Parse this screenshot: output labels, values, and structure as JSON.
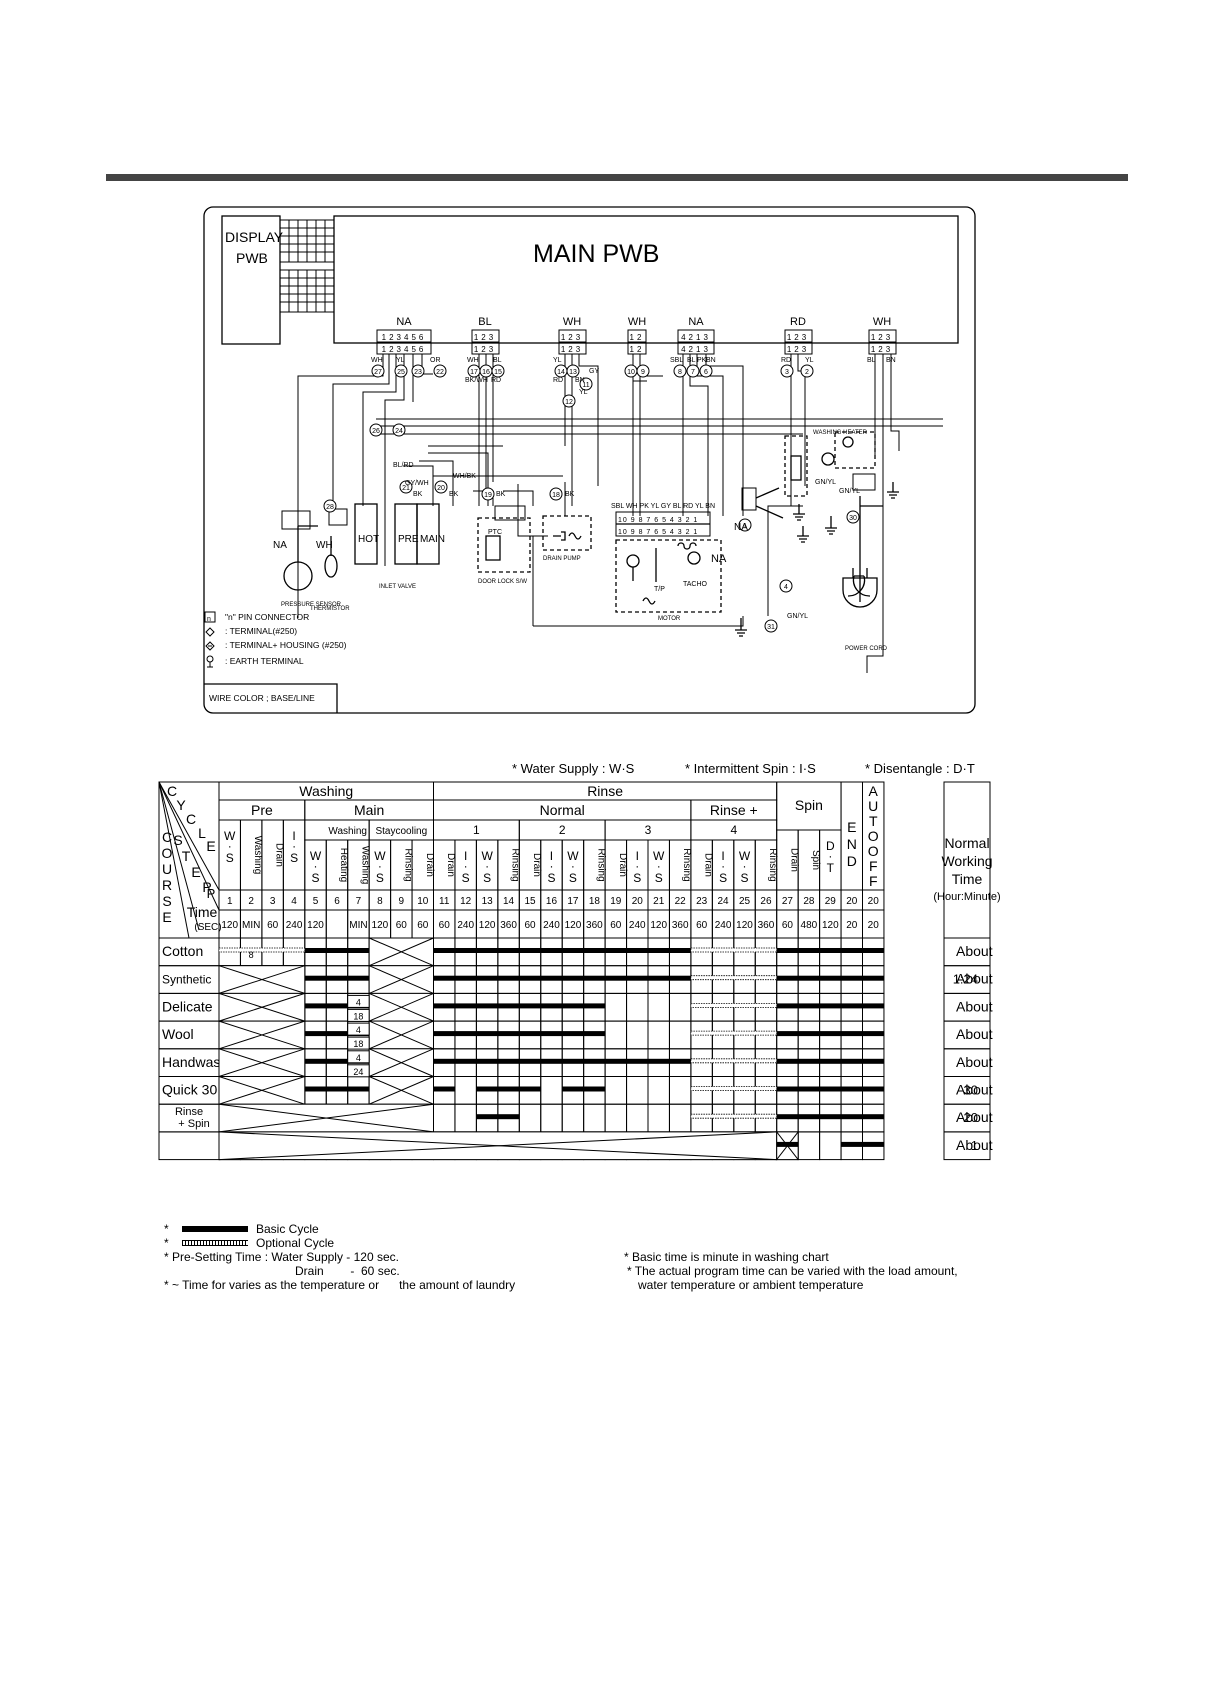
{
  "schematic": {
    "display_label": "DISPLAY",
    "display_sub": "PWB",
    "main_title": "MAIN PWB",
    "connectors": [
      {
        "name": "NA",
        "pins": "123456",
        "wires": [
          "WH",
          "YL",
          "OR"
        ],
        "nums": [
          "27",
          "25",
          "23",
          "22"
        ]
      },
      {
        "name": "BL",
        "pins": "123",
        "wires": [
          "WH",
          "BL",
          "BK/WH",
          "RD"
        ],
        "nums": [
          "17",
          "16",
          "15"
        ]
      },
      {
        "name": "WH",
        "pins": "123",
        "wires": [
          "YL",
          "BN",
          "RD",
          "GY",
          "YL"
        ],
        "nums": [
          "14",
          "13",
          "12",
          "11"
        ]
      },
      {
        "name": "WH",
        "pins": "12",
        "wires": [],
        "nums": [
          "10",
          "9"
        ]
      },
      {
        "name": "NA",
        "pins": "4213",
        "wires": [
          "SBL",
          "BL",
          "PK",
          "BN"
        ],
        "nums": [
          "8",
          "7",
          "6"
        ]
      },
      {
        "name": "RD",
        "pins": "123",
        "wires": [
          "RD",
          "YL"
        ],
        "nums": [
          "3",
          "2"
        ]
      },
      {
        "name": "WH",
        "pins": "123",
        "wires": [
          "BL",
          "BN"
        ],
        "nums": []
      }
    ],
    "labels": {
      "bl_rd": "BL/RD",
      "wh_bk": "WH/BK",
      "gy_wh": "GY/WH",
      "bk": "BK",
      "na": "NA",
      "wh": "WH",
      "pressure_sensor": "PRESSURE SENSOR",
      "thermistor": "THERMISTOR",
      "inlet_valve": "INLET VALVE",
      "hot": "HOT",
      "pre": "PRE",
      "main": "MAIN",
      "door_lock": "DOOR LOCK S/W",
      "drain_pump": "DRAIN PUMP",
      "motor": "MOTOR",
      "tacho": "TACHO",
      "tp": "T/P",
      "ptc": "PTC",
      "washing_heater": "WASHING HEATER",
      "power_cord": "POWER CORD",
      "gn_yl": "GN/YL",
      "motor_pins_top": "10 9 8 7 6 5 4 3 2 1",
      "motor_wires": "SBL WH PK YL GY BL RD YL BN"
    },
    "legend": [
      "\"n\" PIN CONNECTOR",
      ": TERMINAL(#250)",
      ": TERMINAL+ HOUSING (#250)",
      ": EARTH TERMINAL"
    ],
    "legend_n": "n",
    "wire_color": "WIRE COLOR ; BASE/LINE"
  },
  "chart": {
    "abbrev": [
      "* Water Supply : W·S",
      "* Intermittent Spin : I·S",
      "* Disentangle : D·T"
    ],
    "cycle_letters": [
      "C",
      "Y",
      "C",
      "L",
      "E"
    ],
    "step_letters": [
      "S",
      "T",
      "E",
      "P"
    ],
    "course_letters": [
      "C",
      "O",
      "U",
      "R",
      "S",
      "E"
    ],
    "time_label": "Time",
    "sec_label": "(SEC)",
    "p_label": "P",
    "group_washing": "Washing",
    "group_rinse": "Rinse",
    "group_spin": "Spin",
    "end_letters": [
      "E",
      "N",
      "D"
    ],
    "auto_off_letters": [
      "A",
      "U",
      "T",
      "O",
      "O",
      "F",
      "F"
    ],
    "sub_pre": "Pre",
    "sub_main": "Main",
    "sub_normal": "Normal",
    "sub_rinse_plus": "Rinse +",
    "main_washing": "Washing",
    "main_staycooling": "Staycooling",
    "rinse_numbers": [
      "1",
      "2",
      "3",
      "4"
    ],
    "steps": [
      {
        "label": "W·S",
        "p": "1",
        "t": "120"
      },
      {
        "label": "Washing",
        "p": "2",
        "t": "MIN"
      },
      {
        "label": "Drain",
        "p": "3",
        "t": "60"
      },
      {
        "label": "I·S",
        "p": "4",
        "t": "240"
      },
      {
        "label": "W·S",
        "p": "5",
        "t": "120"
      },
      {
        "label": "Heating",
        "p": "6",
        "t": ""
      },
      {
        "label": "Washing",
        "p": "7",
        "t": "MIN"
      },
      {
        "label": "W·S",
        "p": "8",
        "t": "120"
      },
      {
        "label": "Rinsing",
        "p": "9",
        "t": "60"
      },
      {
        "label": "Drain",
        "p": "10",
        "t": "60"
      },
      {
        "label": "Drain",
        "p": "11",
        "t": "60"
      },
      {
        "label": "I·S",
        "p": "12",
        "t": "240"
      },
      {
        "label": "W·S",
        "p": "13",
        "t": "120"
      },
      {
        "label": "Rinsing",
        "p": "14",
        "t": "360"
      },
      {
        "label": "Drain",
        "p": "15",
        "t": "60"
      },
      {
        "label": "I·S",
        "p": "16",
        "t": "240"
      },
      {
        "label": "W·S",
        "p": "17",
        "t": "120"
      },
      {
        "label": "Rinsing",
        "p": "18",
        "t": "360"
      },
      {
        "label": "Drain",
        "p": "19",
        "t": "60"
      },
      {
        "label": "I·S",
        "p": "20",
        "t": "240"
      },
      {
        "label": "W·S",
        "p": "21",
        "t": "120"
      },
      {
        "label": "Rinsing",
        "p": "22",
        "t": "360"
      },
      {
        "label": "Drain",
        "p": "23",
        "t": "60"
      },
      {
        "label": "I·S",
        "p": "24",
        "t": "240"
      },
      {
        "label": "W·S",
        "p": "25",
        "t": "120"
      },
      {
        "label": "Rinsing",
        "p": "26",
        "t": "360"
      },
      {
        "label": "Drain",
        "p": "27",
        "t": "60"
      },
      {
        "label": "Spin",
        "p": "28",
        "t": "480"
      },
      {
        "label": "D·T",
        "p": "29",
        "t": "120"
      },
      {
        "label": "",
        "p": "20",
        "t": "20"
      },
      {
        "label": "",
        "p": "20",
        "t": "20"
      }
    ],
    "normal_time_head": [
      "Normal",
      "Working",
      "Time"
    ],
    "hour_minute": "(Hour:Minute)",
    "courses": [
      {
        "name": "Cotton",
        "time": "About",
        "val": "",
        "notes": [
          "8"
        ]
      },
      {
        "name": "Synthetic",
        "time": "About",
        "val": "1:24",
        "notes": []
      },
      {
        "name": "Delicate",
        "time": "About",
        "val": "",
        "notes": [
          "4",
          "18"
        ]
      },
      {
        "name": "Wool",
        "time": "About",
        "val": "",
        "notes": [
          "4",
          "18"
        ]
      },
      {
        "name": "Handwash",
        "time": "About",
        "val": "",
        "notes": [
          "4",
          "24"
        ]
      },
      {
        "name": "Quick 30",
        "time": "About",
        "val": "30",
        "notes": []
      },
      {
        "name": "Rinse + Spin",
        "time": "About",
        "val": "20",
        "notes": []
      },
      {
        "name": "",
        "time": "About",
        "val": "1",
        "notes": []
      }
    ]
  },
  "notes": {
    "basic": "Basic Cycle",
    "optional": "Optional Cycle",
    "presetting": "* Pre-Setting Time : Water Supply - 120 sec.",
    "drain": "Drain        -  60 sec.",
    "time_varies": "* ~ Time for varies as the temperature or      the amount of laundry",
    "basic_time": "* Basic time is minute in washing chart",
    "actual": "* The actual program time can be varied with the load amount,",
    "actual2": "water temperature or ambient temperature",
    "star": "*"
  }
}
